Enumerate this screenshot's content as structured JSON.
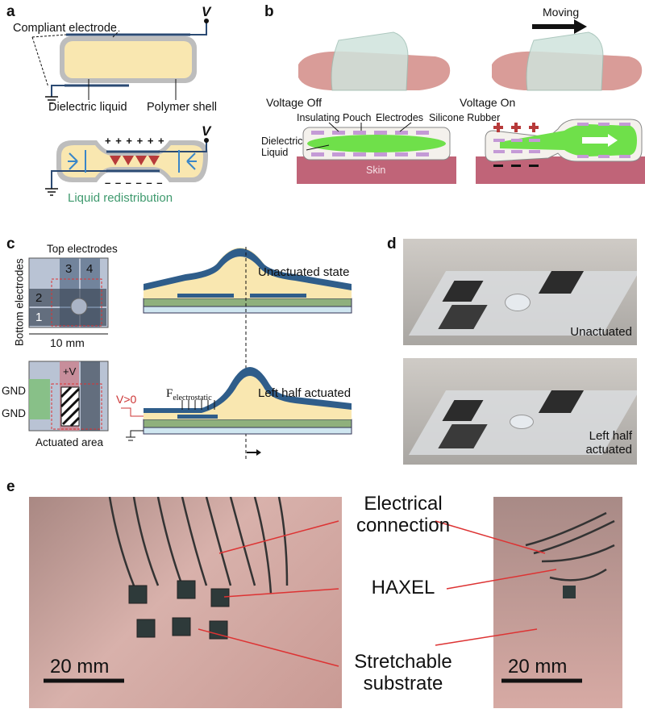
{
  "colors": {
    "dielectric": "#f9e7b0",
    "electrode": "#2b4a73",
    "shell": "#b8b8b8",
    "arrows_red": "#b73a3a",
    "liquid_label": "#3f9a6e",
    "green_liquid": "#6fe04a",
    "skin": "#c06478",
    "pouch_pink": "#c49ad6",
    "hand": "#d99c98"
  },
  "panel_a": {
    "label": "a",
    "compliant_electrode": "Compliant electrode",
    "voltage_top": "V",
    "dielectric_liquid": "Dielectric liquid",
    "polymer_shell": "Polymer shell",
    "voltage_bottom": "V",
    "charges_plus": "+ + + + + +",
    "charges_minus": "– – – – – –",
    "liquid_redistribution": "Liquid redistribution"
  },
  "panel_b": {
    "label": "b",
    "moving": "Moving",
    "voltage_off": "Voltage Off",
    "voltage_on": "Voltage On",
    "insulating_pouch": "Insulating Pouch",
    "electrodes": "Electrodes",
    "silicone_rubber": "Silicone Rubber",
    "dielectric_liquid": "Dielectric\nLiquid",
    "skin": "Skin"
  },
  "panel_c": {
    "label": "c",
    "top_electrodes": "Top electrodes",
    "bottom_electrodes": "Bottom electrodes",
    "e1": "1",
    "e2": "2",
    "e3": "3",
    "e4": "4",
    "scale": "10 mm",
    "unactuated_state": "Unactuated state",
    "plus_v": "+V",
    "gnd1": "GND",
    "gnd2": "GND",
    "actuated_area": "Actuated area",
    "f_main": "F",
    "f_sub": "electrostatic",
    "v_gt0": "V>0",
    "left_half_actuated": "Left half actuated"
  },
  "panel_d": {
    "label": "d",
    "unactuated": "Unactuated",
    "left_half_actuated": "Left half\nactuated"
  },
  "panel_e": {
    "label": "e",
    "electrical_connection": "Electrical\nconnection",
    "haxel": "HAXEL",
    "stretchable_substrate": "Stretchable\nsubstrate",
    "scale_left": "20 mm",
    "scale_right": "20 mm"
  }
}
